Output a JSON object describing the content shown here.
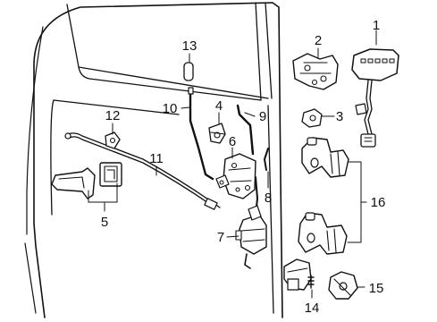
{
  "callouts": {
    "n1": "1",
    "n2": "2",
    "n3": "3",
    "n4": "4",
    "n5": "5",
    "n6": "6",
    "n7": "7",
    "n8": "8",
    "n9": "9",
    "n10": "10",
    "n11": "11",
    "n12": "12",
    "n13": "13",
    "n14": "14",
    "n15": "15",
    "n16": "16"
  }
}
